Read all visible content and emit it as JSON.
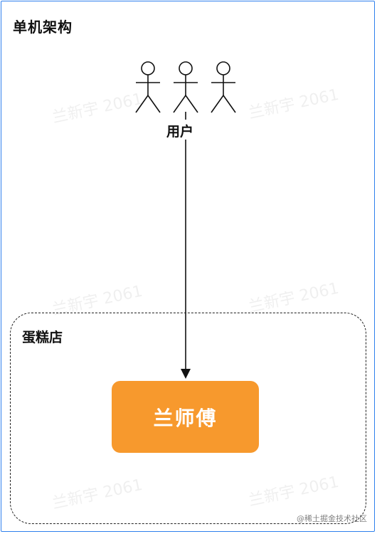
{
  "title": "单机架构",
  "watermark_text": "兰新宇 2061",
  "users": {
    "label": "用户",
    "count": 3
  },
  "shop": {
    "label": "蛋糕店",
    "chef_label": "兰师傅",
    "chef_color": "#f7992d"
  },
  "arrow": {
    "from": "用户",
    "to": "兰师傅"
  },
  "footer": "@稀土掘金技术社区",
  "colors": {
    "frame_border": "#2f80ed",
    "chef_box": "#f7992d",
    "text": "#111111"
  }
}
